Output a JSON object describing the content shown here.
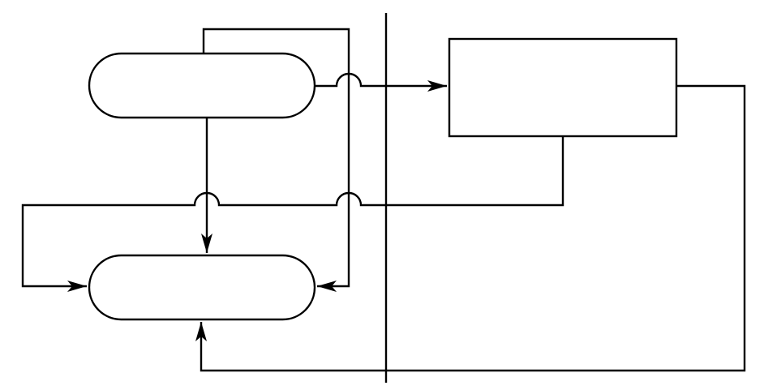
{
  "diagram": {
    "colors": {
      "line": "#000000",
      "background": "#ffffff"
    },
    "nodes": [
      {
        "id": "upper-terminal",
        "shape": "rounded-terminal",
        "label": ""
      },
      {
        "id": "lower-terminal",
        "shape": "rounded-terminal",
        "label": ""
      },
      {
        "id": "process-box",
        "shape": "rectangle",
        "label": ""
      }
    ],
    "connectors": [
      {
        "id": "upper-to-box",
        "from": "upper-terminal",
        "to": "process-box",
        "arrow": "end",
        "line_hops": 1
      },
      {
        "id": "upper-to-lower-down",
        "from": "upper-terminal",
        "to": "lower-terminal",
        "arrow": "end",
        "line_hops": 0
      },
      {
        "id": "upper-top-loop-to-lower-right",
        "from": "upper-terminal",
        "to": "lower-terminal",
        "arrow": "end",
        "line_hops": 0
      },
      {
        "id": "box-bottom-to-lower-left",
        "from": "process-box",
        "to": "lower-terminal",
        "arrow": "end",
        "line_hops": 2
      },
      {
        "id": "box-right-to-lower-bottom",
        "from": "process-box",
        "to": "lower-terminal",
        "arrow": "end",
        "line_hops": 0
      }
    ],
    "divider": {
      "orientation": "vertical"
    }
  }
}
